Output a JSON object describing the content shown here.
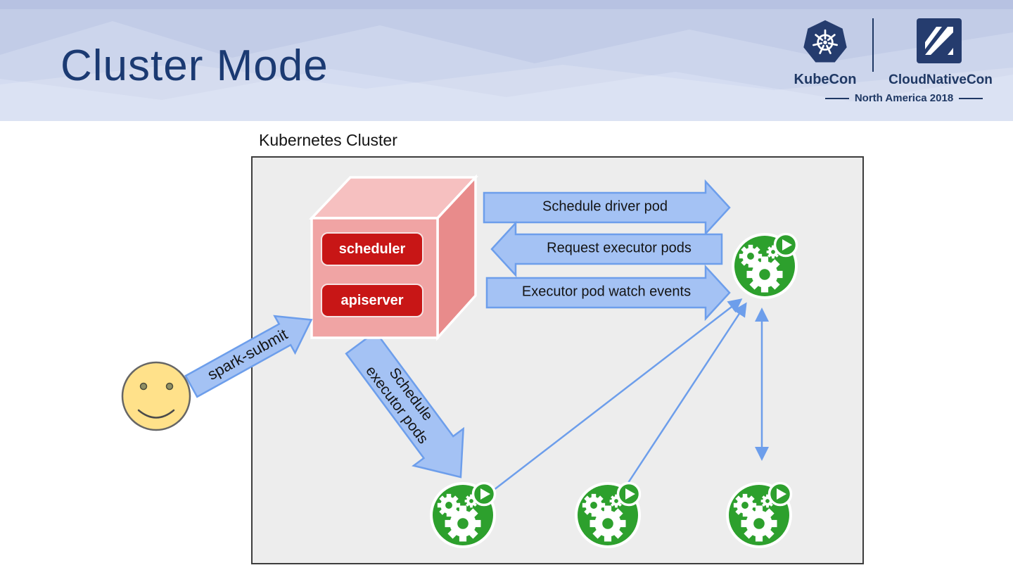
{
  "slide": {
    "title": "Cluster Mode",
    "brand": {
      "kubecon": "KubeCon",
      "cloudnativecon": "CloudNativeCon",
      "location": "North America 2018"
    }
  },
  "diagram": {
    "cluster_label": "Kubernetes Cluster",
    "cube": {
      "scheduler": "scheduler",
      "apiserver": "apiserver"
    },
    "arrows": {
      "schedule_driver_pod": "Schedule driver pod",
      "request_executor_pods": "Request executor pods",
      "executor_pod_watch_events": "Executor pod watch events",
      "spark_submit": "spark-submit",
      "schedule_executor_line1": "Schedule",
      "schedule_executor_line2": "executor pods"
    },
    "icons": {
      "kubecon_logo": "kubernetes-wheel-icon",
      "cloudnativecon_logo": "cloudnativecon-square-icon",
      "pod": "spark-pod-gears-icon",
      "user": "smiley-face-icon"
    },
    "colors": {
      "header_bg": "#ccd5ec",
      "title_navy": "#1b3a72",
      "brand_navy": "#1f3864",
      "arrow_fill": "#a4c2f4",
      "arrow_stroke": "#6d9eeb",
      "cube_front": "#f0a4a4",
      "cube_top": "#f6c0c0",
      "cube_side": "#e88b8b",
      "button_red": "#c81616",
      "pod_green": "#2da02d",
      "smiley_yellow": "#ffe18a",
      "cluster_box_bg": "#ededed"
    }
  }
}
